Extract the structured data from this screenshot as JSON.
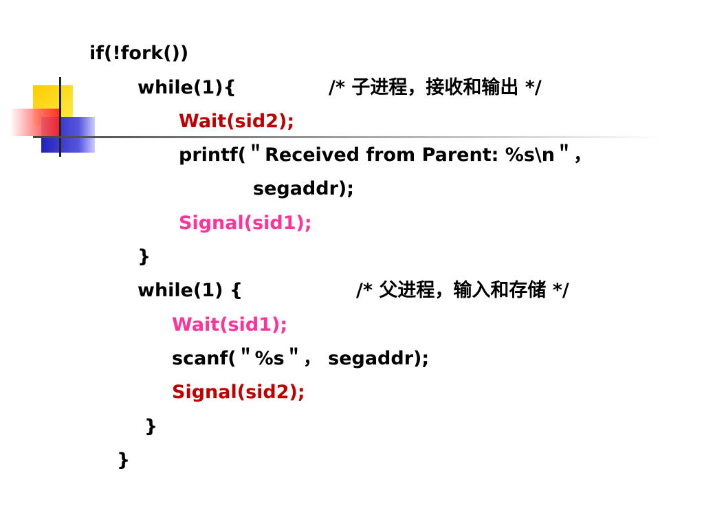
{
  "slide": {
    "lines": {
      "l1": "if(!fork())",
      "l2_code": "while(1){",
      "l2_comment": "/* 子进程，接收和输出 */",
      "l3": "Wait(sid2);",
      "l4": "printf(＂Received from Parent: %s\\n＂，",
      "l5": "segaddr);",
      "l6": "Signal(sid1);",
      "l7": "}",
      "l8_code": "while(1) {",
      "l8_comment": "/* 父进程，输入和存储 */",
      "l9": "Wait(sid1);",
      "l10": "scanf(＂%s＂， segaddr);",
      "l11": "Signal(sid2);",
      "l12": "}",
      "l13": "}"
    },
    "colors": {
      "text": "#000000",
      "red": "#c00000",
      "pink": "#ff3399",
      "deco_yellow": "#ffd700",
      "deco_blue": "#3333cc",
      "deco_red": "#ff4444"
    }
  }
}
